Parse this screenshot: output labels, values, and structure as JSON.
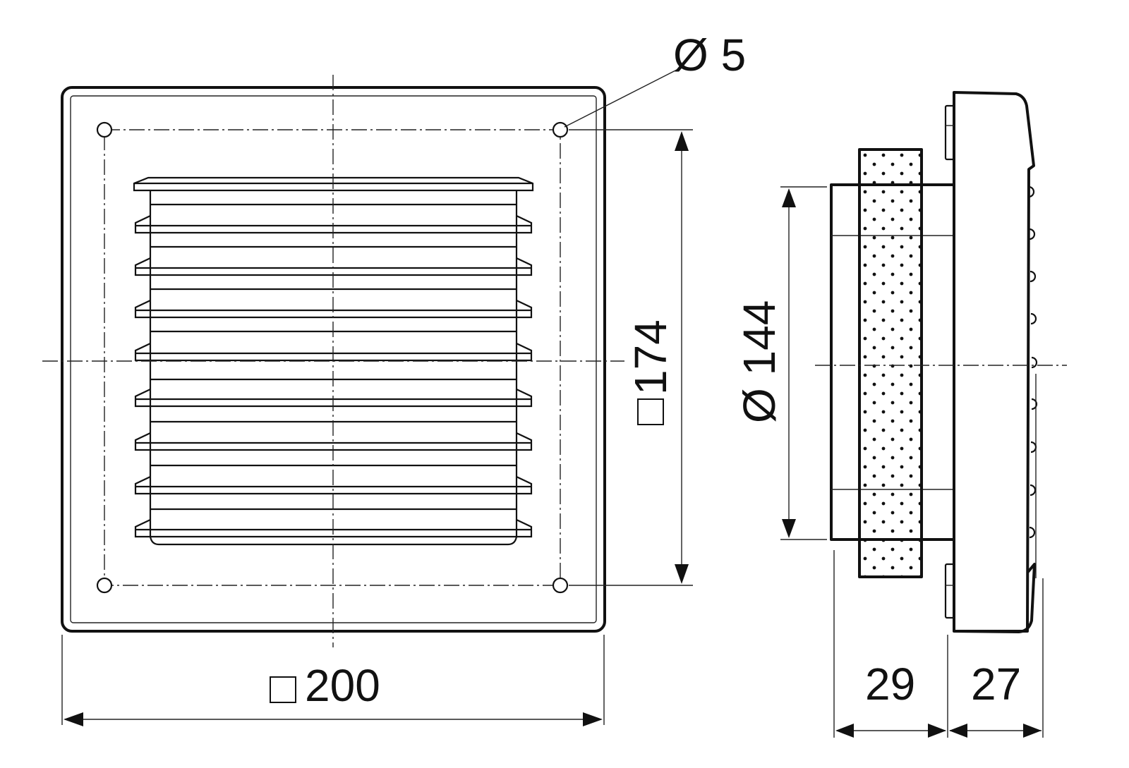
{
  "drawing": {
    "title": "Ventilation grille with insect mesh – technical drawing",
    "views": [
      "front-view",
      "side-view"
    ],
    "units": "mm"
  },
  "dimensions": {
    "hole_diameter": {
      "symbol": "Ø",
      "value": "5",
      "label": "Ø 5"
    },
    "hole_spacing": {
      "symbol": "□",
      "value": "174"
    },
    "outer_size": {
      "symbol": "□",
      "value": "200"
    },
    "duct_diameter": {
      "symbol": "Ø",
      "value": "144",
      "label": "Ø 144"
    },
    "duct_depth": {
      "value": "29"
    },
    "grille_depth": {
      "value": "27"
    }
  },
  "front_view": {
    "louver_count": 9,
    "mounting_holes": 4
  },
  "colors": {
    "line": "#111111",
    "background": "#ffffff"
  }
}
